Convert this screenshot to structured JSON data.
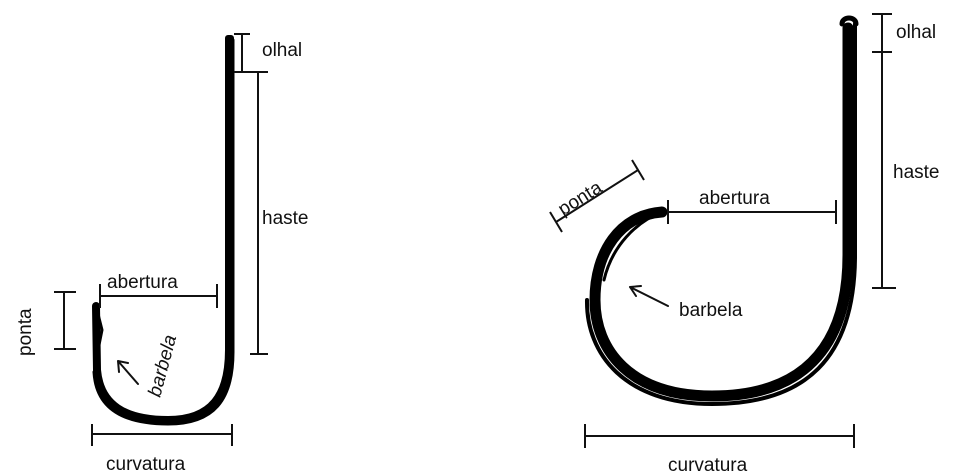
{
  "colors": {
    "ink": "#000000",
    "background": "#ffffff"
  },
  "left_hook": {
    "labels": {
      "olhal": "olhal",
      "haste": "haste",
      "abertura": "abertura",
      "ponta": "ponta",
      "barbela": "barbela",
      "curvatura": "curvatura"
    }
  },
  "right_hook": {
    "labels": {
      "olhal": "olhal",
      "haste": "haste",
      "abertura": "abertura",
      "ponta": "ponta",
      "barbela": "barbela",
      "curvatura": "curvatura"
    }
  }
}
